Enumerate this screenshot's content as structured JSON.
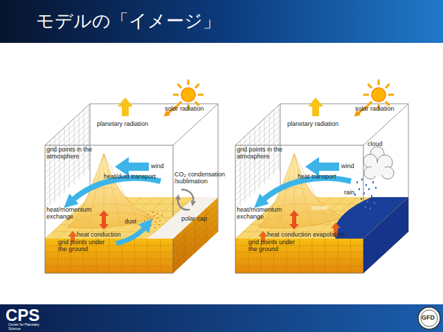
{
  "diagram": {
    "title": "モデルの「イメージ」",
    "labels": [
      "solar radiation",
      "planetary radiation",
      "grid points in the atmosphere",
      "wind",
      "heat/dust transport",
      "CO₂ condensation /sublimation",
      "heat/momentum exchange",
      "dust",
      "polar cap",
      "heat conduction",
      "grid points under the ground",
      "solar radiation",
      "planetary radiation",
      "grid points in the atmosphere",
      "wind",
      "cloud",
      "heat transport",
      "rain",
      "ocean",
      "heat/momentum exchange",
      "evapolation",
      "heat conduction",
      "grid points under the ground",
      "CPS",
      "Center for Planetary Science",
      "GFD"
    ]
  }
}
